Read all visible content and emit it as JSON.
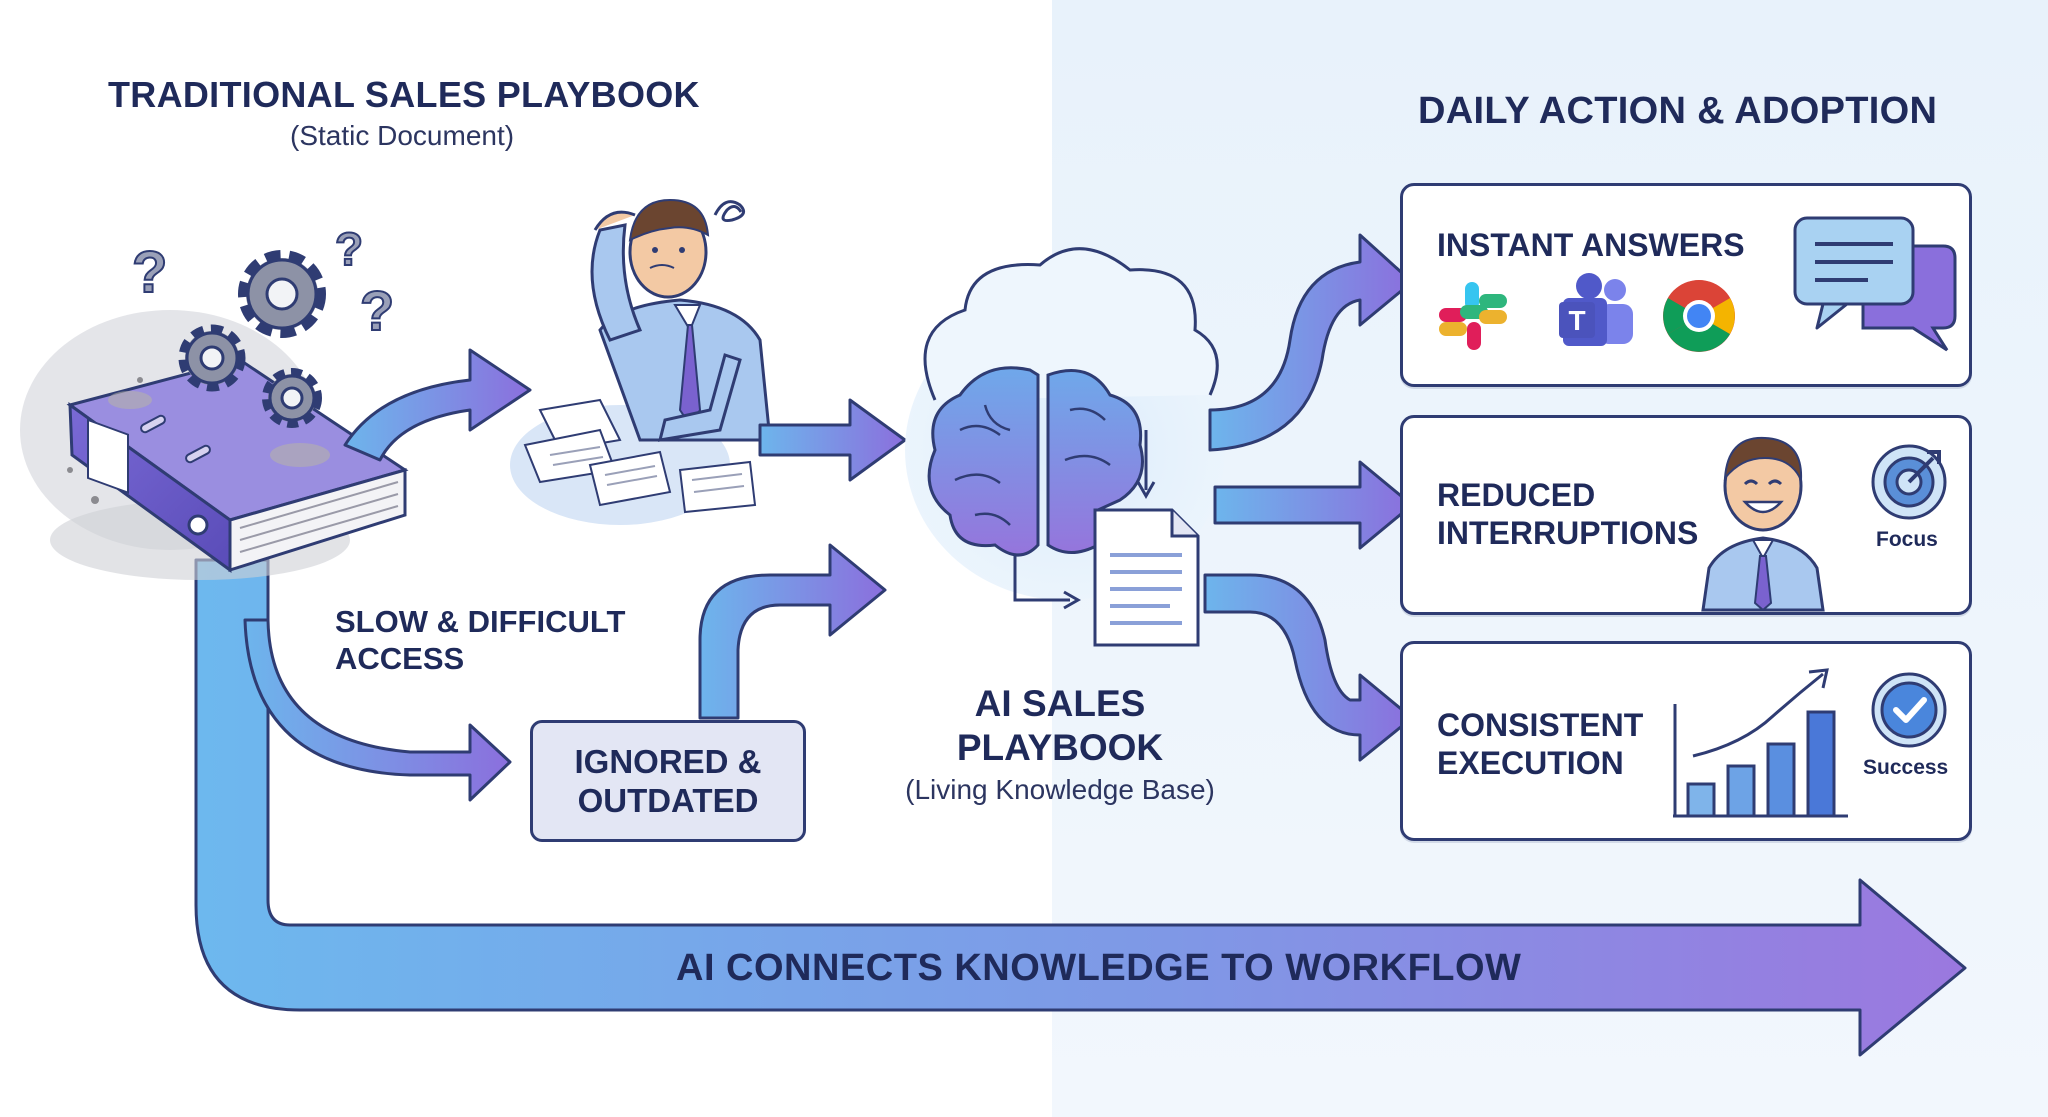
{
  "left": {
    "title": "TRADITIONAL SALES PLAYBOOK",
    "subtitle": "(Static Document)",
    "slow_access": "SLOW & DIFFICULT\nACCESS",
    "ignored": "IGNORED &\nOUTDATED"
  },
  "center": {
    "title": "AI SALES\nPLAYBOOK",
    "subtitle": "(Living Knowledge Base)"
  },
  "right": {
    "title": "DAILY ACTION & ADOPTION",
    "cards": [
      {
        "title": "INSTANT ANSWERS"
      },
      {
        "title": "REDUCED\nINTERRUPTIONS",
        "badge": "Focus"
      },
      {
        "title": "CONSISTENT\nEXECUTION",
        "badge": "Success"
      }
    ]
  },
  "bottom": {
    "banner": "AI CONNECTS KNOWLEDGE TO WORKFLOW"
  },
  "colors": {
    "navy": "#1f2a5a",
    "blue": "#5aa7e6",
    "purple": "#8a6fdc",
    "outline": "#2f3c73"
  },
  "icons": [
    "binder-icon",
    "gear-icon",
    "question-mark-icon",
    "stressed-person-icon",
    "brain-icon",
    "cloud-icon",
    "document-icon",
    "slack-icon",
    "teams-icon",
    "chrome-icon",
    "chat-bubble-icon",
    "smiling-person-icon",
    "target-icon",
    "bar-chart-icon",
    "checkmark-icon"
  ]
}
